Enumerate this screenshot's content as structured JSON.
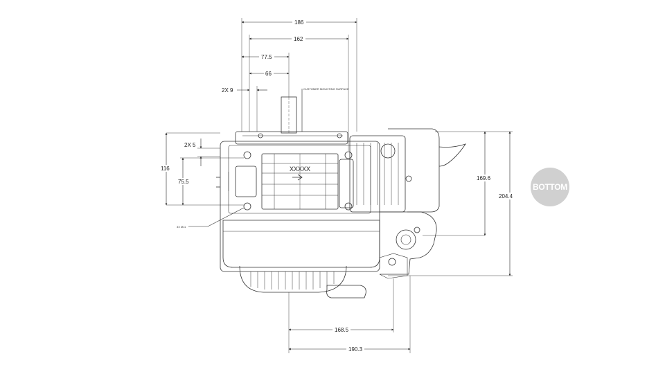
{
  "dimensions": {
    "d186": "186",
    "d162": "162",
    "d77_5": "77.5",
    "d66": "66",
    "d2x9": "2X 9",
    "d2x5": "2X 5",
    "d116": "116",
    "d75_5": "75.5",
    "d169_6": "169.6",
    "d204_4": "204.4",
    "d168_5": "168.5",
    "d190_3": "190.3"
  },
  "notes": {
    "mounting_surface": "CUSTOMER MOUNTING SURFACE",
    "hole_callout": "3X Ø11",
    "part_marking": "XXXXX"
  },
  "view_badge": {
    "label": "BOTTOM",
    "color": "#d0d0d0"
  }
}
